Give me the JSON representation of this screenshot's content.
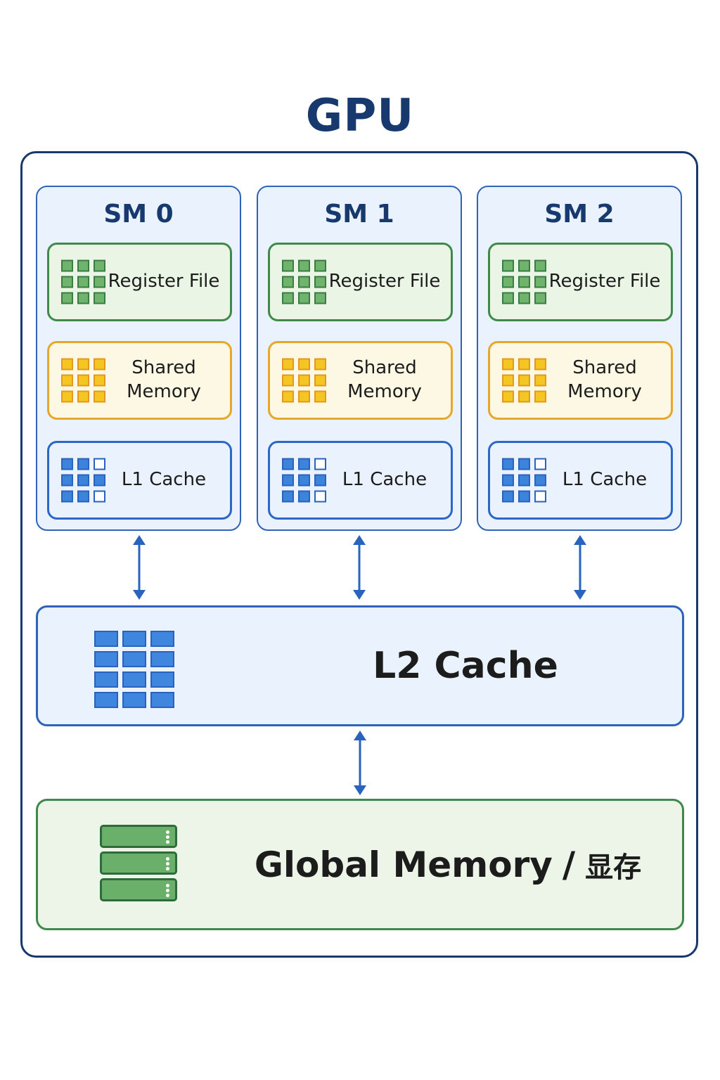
{
  "title": "GPU",
  "sms": [
    {
      "name": "SM 0",
      "register_file": "Register File",
      "shared_memory": "Shared\nMemory",
      "l1_cache": "L1 Cache"
    },
    {
      "name": "SM 1",
      "register_file": "Register File",
      "shared_memory": "Shared\nMemory",
      "l1_cache": "L1 Cache"
    },
    {
      "name": "SM 2",
      "register_file": "Register File",
      "shared_memory": "Shared\nMemory",
      "l1_cache": "L1 Cache"
    }
  ],
  "l2_cache": "L2 Cache",
  "global_memory": {
    "main": "Global Memory",
    "separator": "/",
    "chinese": "显存"
  },
  "colors": {
    "title": "#17396e",
    "register_file": "#3f8a4a",
    "shared_memory": "#e8a72a",
    "cache": "#2b67c6",
    "arrow": "#2a63bd"
  },
  "icons": {
    "register_file": "green-grid-icon",
    "shared_memory": "yellow-grid-icon",
    "l1_cache": "blue-grid-icon",
    "l2_cache": "blue-grid-icon",
    "global_memory": "server-stack-icon"
  }
}
